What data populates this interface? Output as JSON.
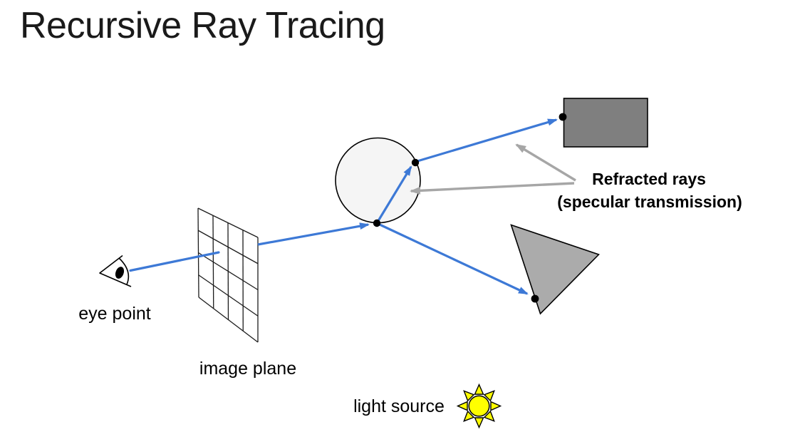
{
  "slide": {
    "title": "Recursive Ray Tracing",
    "background": "#ffffff"
  },
  "labels": {
    "eye_point": "eye point",
    "image_plane": "image plane",
    "light_source": "light source",
    "refracted_line1": "Refracted rays",
    "refracted_line2": "(specular transmission)"
  },
  "colors": {
    "ray_blue": "#3d79d6",
    "annotation_gray": "#a6a6a6",
    "rectangle_fill": "#7f7f7f",
    "triangle_fill": "#ababab",
    "sphere_fill": "#f5f5f5",
    "outline_black": "#000000",
    "grid_black": "#1c1c1c",
    "sun_yellow": "#ffff00",
    "text_black": "#000000"
  },
  "icons": {
    "eye": "eye-icon",
    "sun": "sun-icon"
  },
  "image_plane_grid": {
    "rows": 4,
    "cols": 4
  }
}
